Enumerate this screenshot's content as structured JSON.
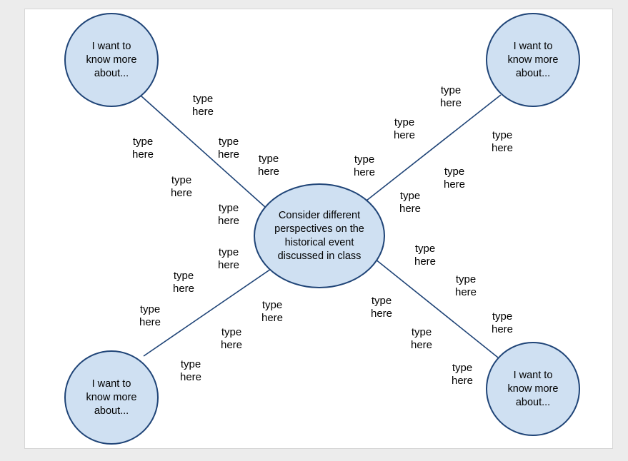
{
  "center_topic": "Consider different perspectives on the historical event discussed in class",
  "prompts": {
    "top_left": "I want to know more about...",
    "top_right": "I want to know more about...",
    "bottom_left": "I want to know more about...",
    "bottom_right": "I want to know more about..."
  },
  "placeholder": "type here",
  "colors": {
    "node_fill": "#cfe0f2",
    "node_border": "#1f4477",
    "connector": "#1f4477"
  }
}
